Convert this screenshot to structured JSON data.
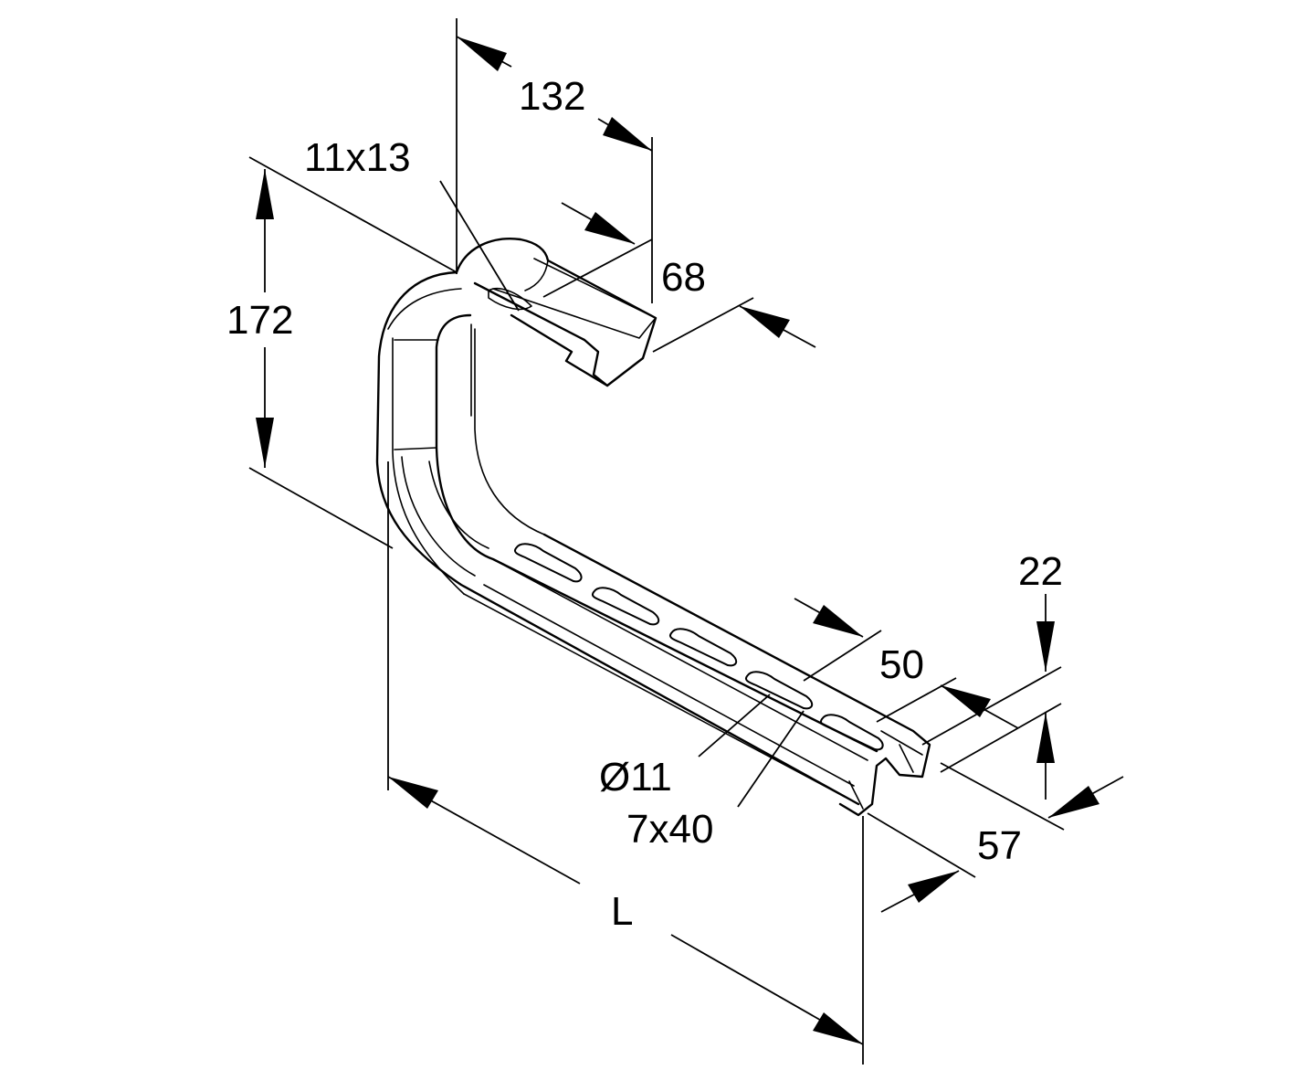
{
  "dimensions": {
    "width_132": "132",
    "hole_11x13": "11x13",
    "height_172": "172",
    "flange_68": "68",
    "dim_22": "22",
    "dim_50": "50",
    "dim_57": "57",
    "hole_d11": "Ø11",
    "slot_7x40": "7x40",
    "length_L": "L"
  }
}
